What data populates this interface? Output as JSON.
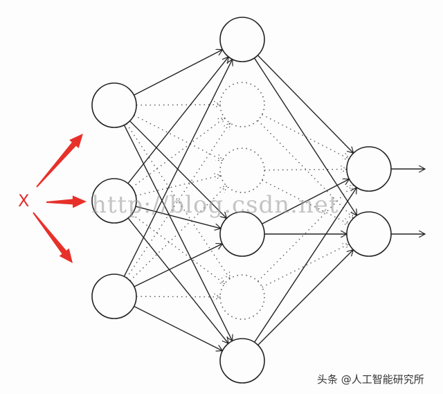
{
  "input_label": "X",
  "watermark": "http://blog.csdn.net",
  "credit": "头条 @人工智能研究所",
  "colors": {
    "accent": "#e8302a",
    "stroke": "#222222",
    "dropped": "#555555"
  },
  "network": {
    "input_nodes": 3,
    "hidden_nodes_dropped": [
      false,
      true,
      true,
      false,
      true,
      false
    ],
    "output_nodes": 2
  }
}
